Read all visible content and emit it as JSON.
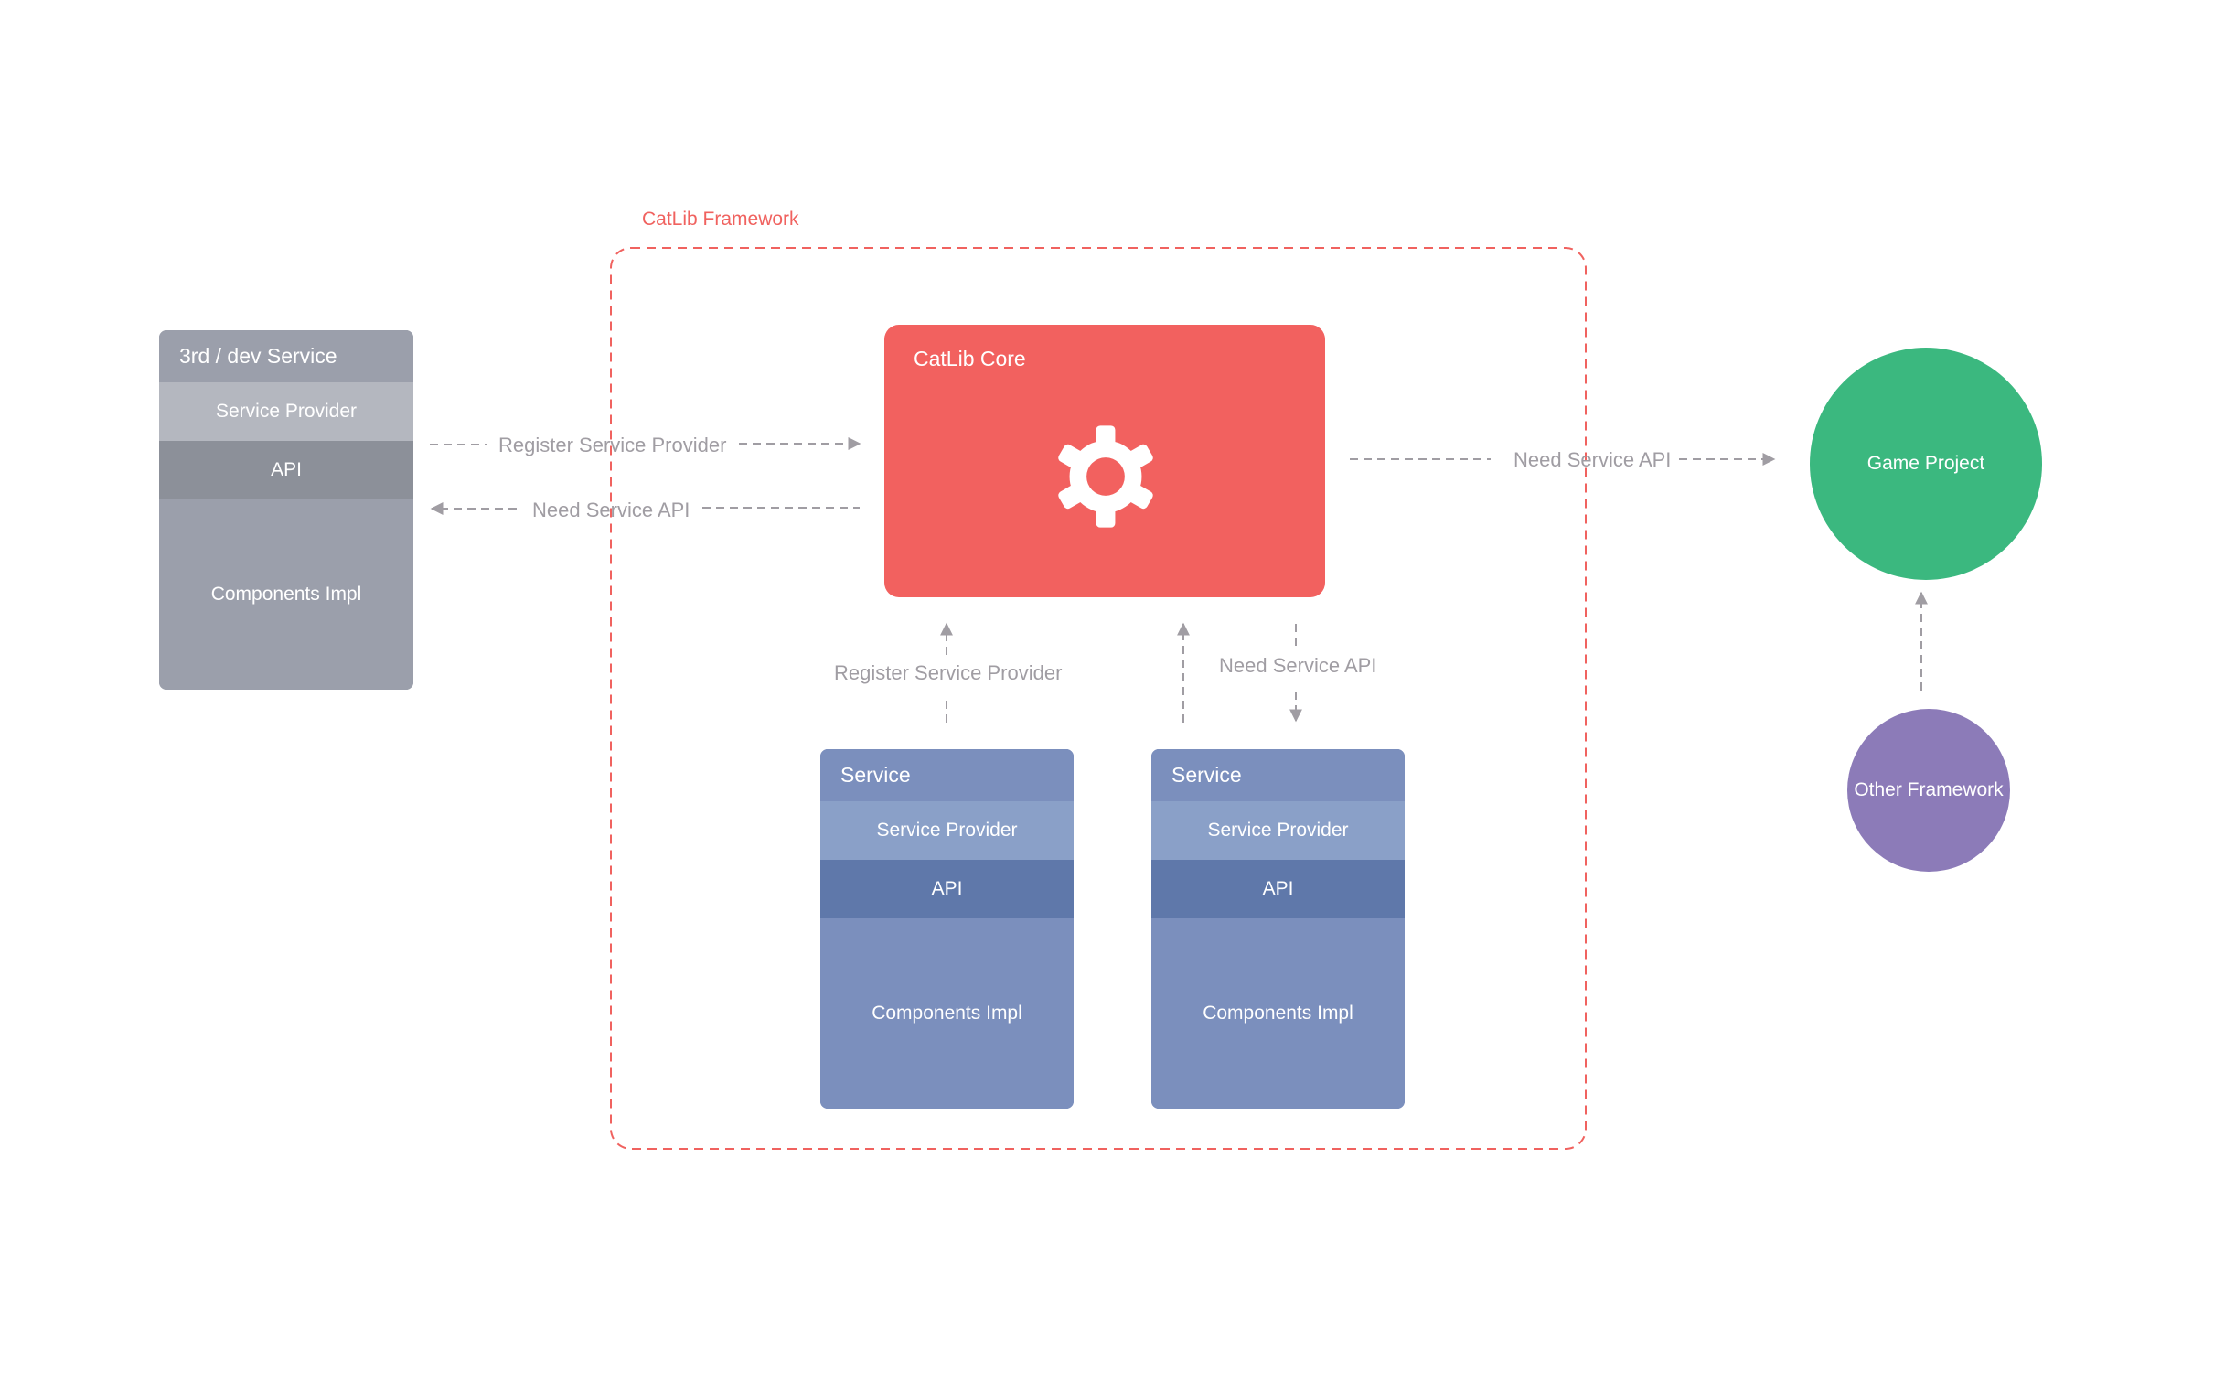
{
  "framework": {
    "title": "CatLib Framework",
    "border_color": "#f0625f"
  },
  "core": {
    "title": "CatLib Core",
    "icon": "gear-icon",
    "color": "#f2615f"
  },
  "external_service": {
    "title": "3rd / dev Service",
    "provider_label": "Service Provider",
    "api_label": "API",
    "impl_label": "Components Impl",
    "color": "#9b9fab"
  },
  "services": [
    {
      "title": "Service",
      "provider_label": "Service Provider",
      "api_label": "API",
      "impl_label": "Components Impl"
    },
    {
      "title": "Service",
      "provider_label": "Service Provider",
      "api_label": "API",
      "impl_label": "Components Impl"
    }
  ],
  "service_color": "#7b8fbd",
  "game_project": {
    "label": "Game Project",
    "color": "#3bb87f"
  },
  "other_framework": {
    "label": "Other Framework",
    "color": "#8c7bb8"
  },
  "arrows": {
    "ext_register": "Register Service Provider",
    "ext_need": "Need Service API",
    "game_need": "Need Service API",
    "svc_register": "Register Service Provider",
    "svc_need": "Need Service API"
  },
  "arrow_color": "#a09da3"
}
